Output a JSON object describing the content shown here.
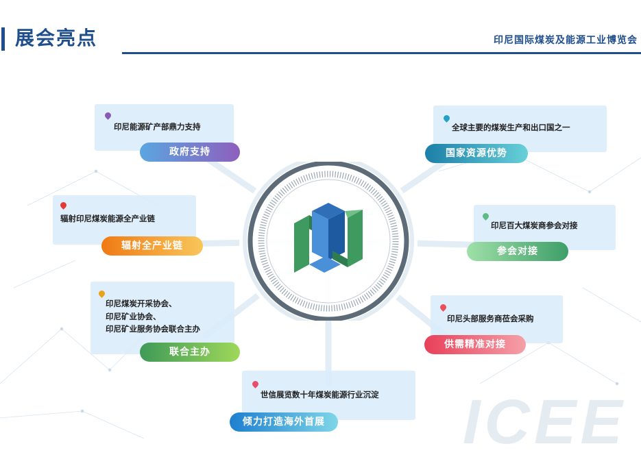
{
  "header": {
    "title": "展会亮点",
    "subtitle": "印尼国际煤炭及能源工业博览会"
  },
  "watermark": "ICEE",
  "highlights": [
    {
      "label": "政府支持",
      "desc": "印尼能源矿产部鼎力支持",
      "color": "#7e61b8",
      "pin_color": "#8a5ab8"
    },
    {
      "label": "国家资源优势",
      "desc": "全球主要的煤炭生产和出口国之一",
      "color": "#1c8fb0",
      "pin_color": "#23a1c7"
    },
    {
      "label": "辐射全产业链",
      "desc": "辐射印尼煤炭能源全产业链",
      "color": "#f08a1c",
      "pin_color": "#e53935"
    },
    {
      "label": "参会对接",
      "desc": "印尼百大煤炭商参会对接",
      "color": "#4caf7a",
      "pin_color": "#5fba86"
    },
    {
      "label": "联合主办",
      "desc": [
        "印尼煤炭开采协会、",
        "印尼矿业协会、",
        "印尼矿业服务协会联合主办"
      ],
      "color": "#6ab04c",
      "pin_color": "#e8a21c"
    },
    {
      "label": "供需精准对接",
      "desc": "印尼头部服务商莅会采购",
      "color": "#ec5a6a",
      "pin_color": "#e8505f"
    },
    {
      "label": "倾力打造海外首展",
      "desc": "世信展览数十年煤炭能源行业沉淀",
      "color": "#1d8fd8",
      "pin_color": "#e84c6a"
    }
  ],
  "logo": {
    "colors": [
      "#2f6fb8",
      "#3f9a5f",
      "#4a90d8",
      "#2e7d4f"
    ]
  }
}
